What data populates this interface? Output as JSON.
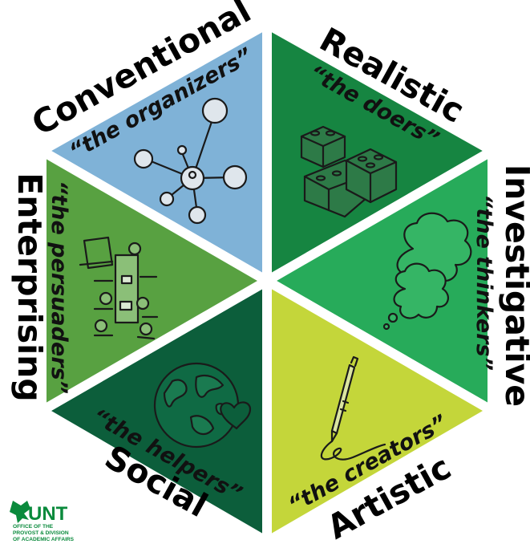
{
  "segments": {
    "conventional": {
      "title": "Conventional",
      "nickname": "“the organizers”",
      "color": "#7fb2d7",
      "icon": "molecule-icon"
    },
    "realistic": {
      "title": "Realistic",
      "nickname": "“the doers”",
      "color": "#168541",
      "icon": "building-blocks-icon"
    },
    "investigative": {
      "title": "Investigative",
      "nickname": "“the thinkers”",
      "color": "#27ab5a",
      "icon": "thought-cloud-icon"
    },
    "artistic": {
      "title": "Artistic",
      "nickname": "“the creators”",
      "color": "#c4d63a",
      "icon": "pen-scribble-icon"
    },
    "social": {
      "title": "Social",
      "nickname": "“the helpers”",
      "color": "#0c5e3b",
      "icon": "globe-heart-icon"
    },
    "enterprising": {
      "title": "Enterprising",
      "nickname": "“the persuaders”",
      "color": "#58a141",
      "icon": "meeting-table-icon"
    }
  },
  "logo": {
    "wordmark": "UNT",
    "lines": [
      "OFFICE OF THE",
      "PROVOST & DIVISION",
      "OF ACADEMIC AFFAIRS"
    ],
    "color": "#0a8a3c"
  }
}
